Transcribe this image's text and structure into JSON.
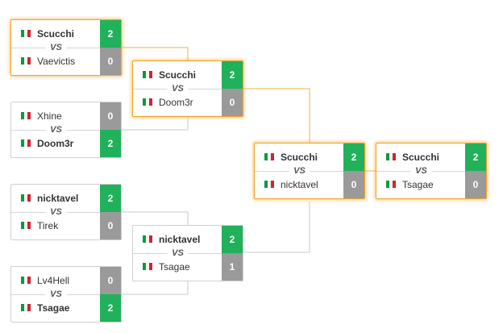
{
  "vs_label": "VS",
  "colors": {
    "win": "#20b15a",
    "lose": "#9a9a9a",
    "highlight": "#f0a52a",
    "connector_active": "#f0b040",
    "connector": "#c8c8c8"
  },
  "flag_icon": "italy-flag-icon",
  "matches": [
    {
      "id": "r1m1",
      "p1": {
        "name": "Scucchi",
        "score": "2",
        "win": true
      },
      "p2": {
        "name": "Vaevictis",
        "score": "0",
        "win": false
      },
      "highlight": true
    },
    {
      "id": "r1m2",
      "p1": {
        "name": "Xhine",
        "score": "0",
        "win": false
      },
      "p2": {
        "name": "Doom3r",
        "score": "2",
        "win": true
      },
      "highlight": false
    },
    {
      "id": "r1m3",
      "p1": {
        "name": "nicktavel",
        "score": "2",
        "win": true
      },
      "p2": {
        "name": "Tirek",
        "score": "0",
        "win": false
      },
      "highlight": false
    },
    {
      "id": "r1m4",
      "p1": {
        "name": "Lv4Hell",
        "score": "0",
        "win": false
      },
      "p2": {
        "name": "Tsagae",
        "score": "2",
        "win": true
      },
      "highlight": false
    },
    {
      "id": "r2m1",
      "p1": {
        "name": "Scucchi",
        "score": "2",
        "win": true
      },
      "p2": {
        "name": "Doom3r",
        "score": "0",
        "win": false
      },
      "highlight": true
    },
    {
      "id": "r2m2",
      "p1": {
        "name": "nicktavel",
        "score": "2",
        "win": true
      },
      "p2": {
        "name": "Tsagae",
        "score": "1",
        "win": false
      },
      "highlight": false
    },
    {
      "id": "r3m1",
      "p1": {
        "name": "Scucchi",
        "score": "2",
        "win": true
      },
      "p2": {
        "name": "nicktavel",
        "score": "0",
        "win": false
      },
      "highlight": true
    },
    {
      "id": "r4m1",
      "p1": {
        "name": "Scucchi",
        "score": "2",
        "win": true
      },
      "p2": {
        "name": "Tsagae",
        "score": "0",
        "win": false
      },
      "highlight": true
    }
  ]
}
